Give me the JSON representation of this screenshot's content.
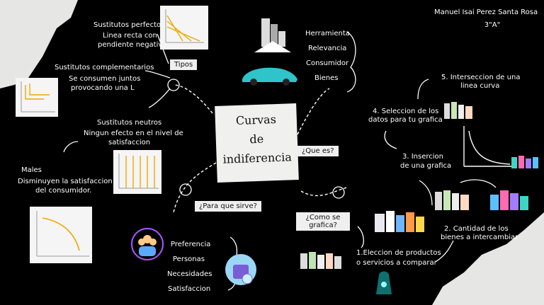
{
  "author": {
    "name": "Manuel Isai Perez Santa Rosa",
    "group": "3\"A\""
  },
  "center": {
    "line1": "Curvas",
    "line2": "de",
    "line3": "indiferencia"
  },
  "tipos": {
    "label": "Tipos",
    "perfectos": {
      "title": "Sustitutos perfectos",
      "desc1": "Linea recta con",
      "desc2": "pendiente negativa"
    },
    "complementarios": {
      "title": "Sustitutos complementarios",
      "desc1": "Se consumen juntos",
      "desc2": "provocando una L"
    },
    "neutros": {
      "title": "Sustitutos neutros",
      "desc1": "Ningun efecto en el nivel de",
      "desc2": "satisfaccion"
    },
    "males": {
      "title": "Males",
      "desc1": "Disminuyen la satisfaccion",
      "desc2": "del consumidor."
    }
  },
  "que_es": {
    "label": "¿Que es?",
    "items": [
      "Herramienta",
      "Relevancia",
      "Consumidor",
      "Bienes"
    ]
  },
  "para_que": {
    "label": "¿Para que sirve?",
    "items": [
      "Preferencia",
      "Personas",
      "Necesidades",
      "Satisfaccion"
    ]
  },
  "como": {
    "label1": "¿Como se",
    "label2": "grafica?",
    "steps": {
      "s1a": "1.Eleccion de productos",
      "s1b": "o servicios a comparar",
      "s2a": "2. Cantidad de los",
      "s2b": "bienes a intercambiar",
      "s3a": "3. Insercion",
      "s3b": "de una grafica",
      "s4a": "4. Seleccion de los",
      "s4b": "datos para tu grafica",
      "s5a": "5. Interseccion de una",
      "s5b": "linea curva"
    }
  },
  "colors": {
    "accent_chart": "#f0a800",
    "paper": "#f0f0ee",
    "background": "#000000",
    "car": "#2ec4c9"
  }
}
